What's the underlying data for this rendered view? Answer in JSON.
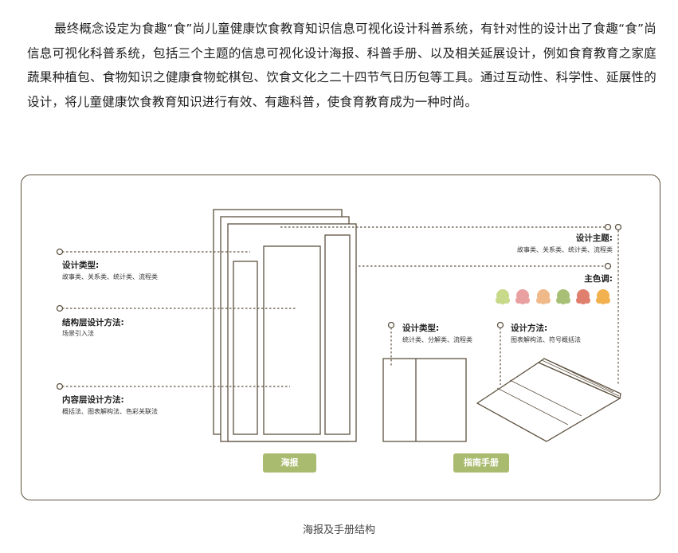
{
  "intro": {
    "text": "最终概念设定为食趣“食”尚儿童健康饮食教育知识信息可视化设计科普系统，有针对性的设计出了食趣“食”尚信息可视化科普系统，包括三个主题的信息可视化设计海报、科普手册、以及相关延展设计，例如食育教育之家庭蔬果种植包、食物知识之健康食物蛇棋包、饮食文化之二十四节气日历包等工具。通过互动性、科学性、延展性的设计，将儿童健康饮食教育知识进行有效、有趣科普，使食育教育成为一种时尚。"
  },
  "poster": {
    "design_type": {
      "title": "设计类型:",
      "desc": "故事类、关系类、统计类、流程类"
    },
    "structure_method": {
      "title": "结构层设计方法:",
      "desc": "场景引入法"
    },
    "content_method": {
      "title": "内容层设计方法:",
      "desc": "概括法、图表解构法、色彩关联法"
    },
    "tag": "海报"
  },
  "right": {
    "design_theme": {
      "title": "设计主题:",
      "desc": "故事类、关系类、统计类、流程类"
    },
    "main_color": {
      "title": "主色调:"
    },
    "swatches": [
      "#c8d98a",
      "#e9a0a0",
      "#f0b98a",
      "#a8bf76",
      "#e07f6e",
      "#f2b14f"
    ]
  },
  "manual": {
    "design_type": {
      "title": "设计类型:",
      "desc": "统计类、分解类、流程类"
    },
    "design_method": {
      "title": "设计方法:",
      "desc": "图表解构法、符号概括法"
    },
    "tag": "指南手册"
  },
  "caption": "海报及手册结构"
}
